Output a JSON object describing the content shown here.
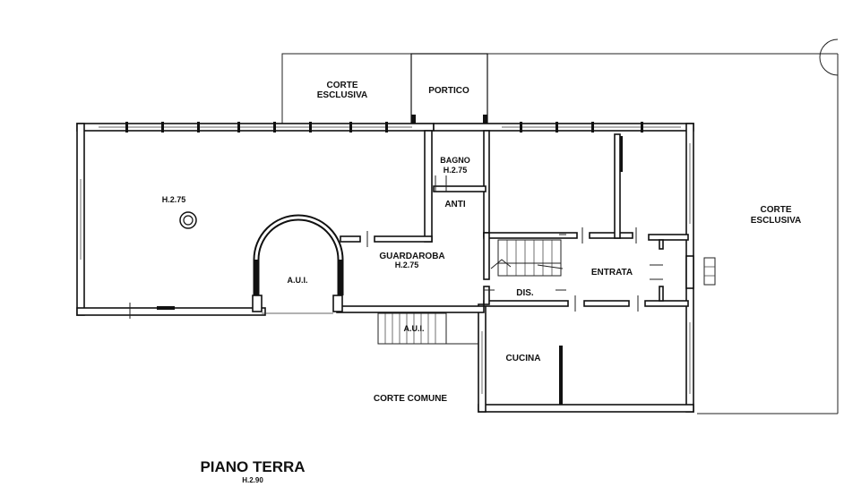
{
  "labels": {
    "corte_esclusiva_top_1": "CORTE",
    "corte_esclusiva_top_2": "ESCLUSIVA",
    "portico": "PORTICO",
    "bagno": "BAGNO",
    "bagno_h": "H.2.75",
    "anti": "ANTI",
    "left_room_h": "H.2.75",
    "aui_main": "A.U.I.",
    "guardaroba": "GUARDAROBA",
    "guardaroba_h": "H.2.75",
    "entrata": "ENTRATA",
    "dis": "DIS.",
    "aui_stair": "A.U.I.",
    "cucina": "CUCINA",
    "corte_comune": "CORTE COMUNE",
    "corte_esclusiva_right_1": "CORTE",
    "corte_esclusiva_right_2": "ESCLUSIVA"
  },
  "title": {
    "main": "PIANO TERRA",
    "height": "H.2.90"
  }
}
